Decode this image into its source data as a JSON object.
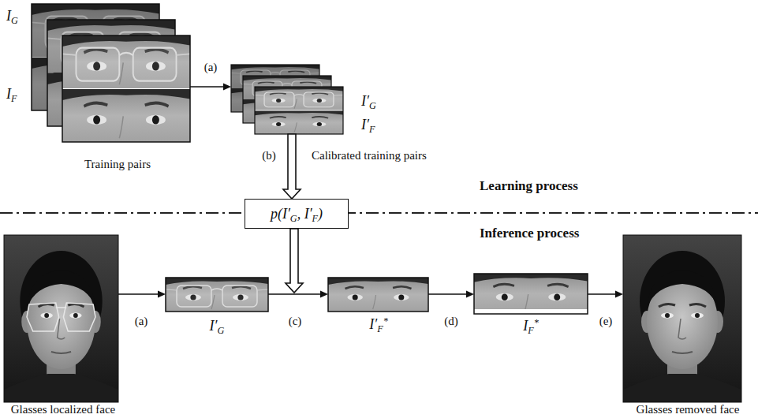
{
  "diagram": {
    "nodes": [
      {
        "text": [
          "IG",
          "IF",
          "Training pairs"
        ]
      },
      {
        "text": [
          "I′G",
          "I′F",
          "Calibrated training pairs"
        ]
      },
      {
        "text": [
          "p(I′G, I′F)"
        ]
      },
      {
        "text": [
          "Glasses localized face"
        ]
      },
      {
        "text": [
          "I′G"
        ]
      },
      {
        "text": [
          "I′F*"
        ]
      },
      {
        "text": [
          "IF*"
        ]
      },
      {
        "text": [
          "Glasses removed face"
        ]
      }
    ],
    "edges": [
      {
        "from": 0,
        "to": 1,
        "label": "(a)",
        "arrow": "to"
      },
      {
        "from": 1,
        "to": 2,
        "label": "(b)",
        "arrow": "to"
      },
      {
        "from": 2,
        "to": 5,
        "arrow": "to"
      },
      {
        "from": 3,
        "to": 4,
        "label": "(a)",
        "arrow": "to"
      },
      {
        "from": 4,
        "to": 5,
        "label": "(c)",
        "arrow": "to"
      },
      {
        "from": 5,
        "to": 6,
        "label": "(d)",
        "arrow": "to"
      },
      {
        "from": 6,
        "to": 7,
        "label": "(e)",
        "arrow": "to"
      }
    ],
    "labels": [
      "Learning process",
      "Inference process"
    ]
  }
}
